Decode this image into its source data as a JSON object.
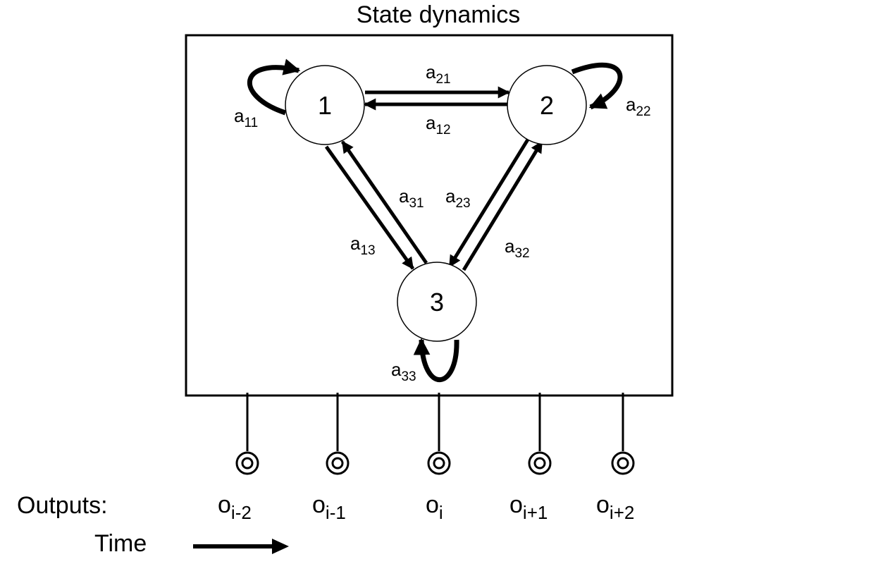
{
  "title": "State dynamics",
  "states": [
    {
      "id": "1",
      "label": "1"
    },
    {
      "id": "2",
      "label": "2"
    },
    {
      "id": "3",
      "label": "3"
    }
  ],
  "transitions": {
    "a11": {
      "base": "a",
      "sub": "11"
    },
    "a21": {
      "base": "a",
      "sub": "21"
    },
    "a12": {
      "base": "a",
      "sub": "12"
    },
    "a22": {
      "base": "a",
      "sub": "22"
    },
    "a31": {
      "base": "a",
      "sub": "31"
    },
    "a23": {
      "base": "a",
      "sub": "23"
    },
    "a13": {
      "base": "a",
      "sub": "13"
    },
    "a32": {
      "base": "a",
      "sub": "32"
    },
    "a33": {
      "base": "a",
      "sub": "33"
    }
  },
  "outputs_label": "Outputs:",
  "outputs": [
    {
      "base": "o",
      "sub": "i-2"
    },
    {
      "base": "o",
      "sub": "i-1"
    },
    {
      "base": "o",
      "sub": "i"
    },
    {
      "base": "o",
      "sub": "i+1"
    },
    {
      "base": "o",
      "sub": "i+2"
    }
  ],
  "time_label": "Time",
  "colors": {
    "stroke": "#000000",
    "background": "#ffffff"
  }
}
